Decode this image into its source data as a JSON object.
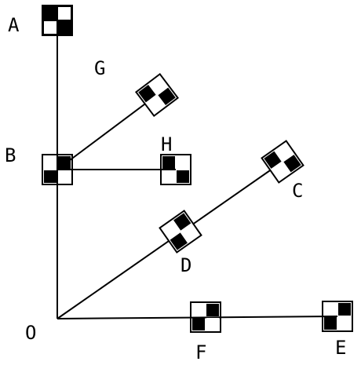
{
  "diagram": {
    "labels": {
      "A": "A",
      "B": "B",
      "C": "C",
      "D": "D",
      "E": "E",
      "F": "F",
      "G": "G",
      "H": "H",
      "O": "O"
    },
    "marker_icon": "checker-square-icon",
    "colors": {
      "ink": "#000000",
      "paper": "#ffffff"
    }
  }
}
